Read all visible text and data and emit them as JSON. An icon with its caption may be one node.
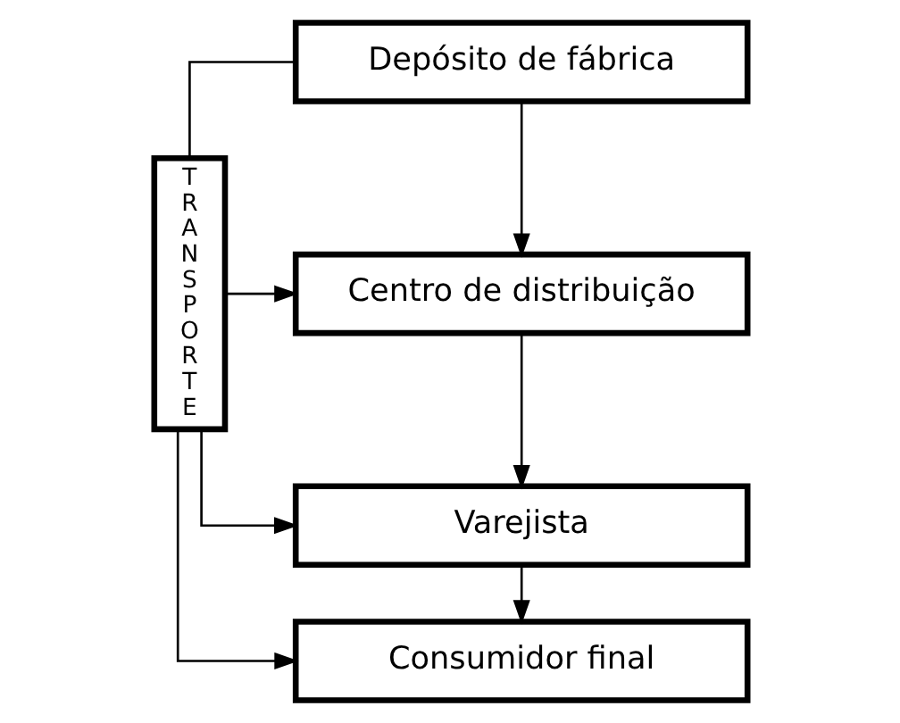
{
  "diagram": {
    "nodes": [
      {
        "text": [
          "T R A N S P O R T E"
        ]
      },
      {
        "text": [
          "Depósito de fábrica"
        ]
      },
      {
        "text": [
          "Centro de distribuição"
        ]
      },
      {
        "text": [
          "Varejista"
        ]
      },
      {
        "text": [
          "Consumidor final"
        ]
      }
    ],
    "edges": [
      {
        "from": 0,
        "to": 1,
        "arrow": "none"
      },
      {
        "from": 0,
        "to": 2,
        "arrow": "to"
      },
      {
        "from": 0,
        "to": 3,
        "arrow": "to"
      },
      {
        "from": 0,
        "to": 4,
        "arrow": "to"
      },
      {
        "from": 1,
        "to": 2,
        "arrow": "to"
      },
      {
        "from": 2,
        "to": 3,
        "arrow": "to"
      },
      {
        "from": 3,
        "to": 4,
        "arrow": "to"
      }
    ]
  }
}
